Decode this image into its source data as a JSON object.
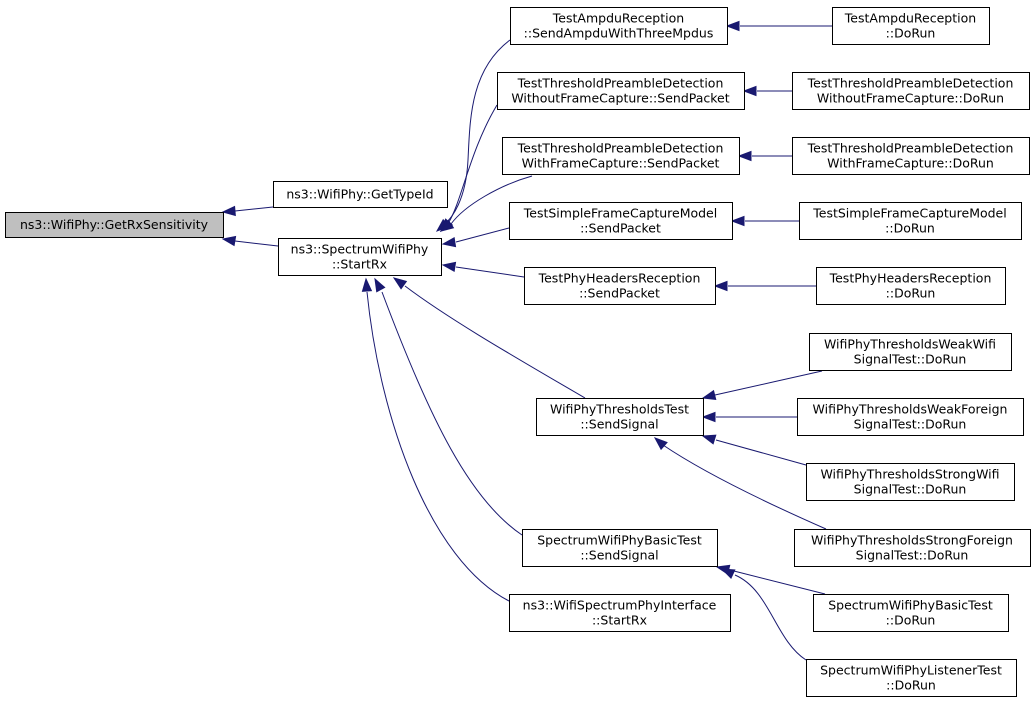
{
  "graph": {
    "nodes": [
      {
        "id": "n0",
        "lines": [
          "ns3::WifiPhy::GetRxSensitivity"
        ],
        "root": true
      },
      {
        "id": "n1",
        "lines": [
          "ns3::WifiPhy::GetTypeId"
        ]
      },
      {
        "id": "n2",
        "lines": [
          "ns3::SpectrumWifiPhy",
          "::StartRx"
        ]
      },
      {
        "id": "n3",
        "lines": [
          "TestAmpduReception",
          "::SendAmpduWithThreeMpdus"
        ]
      },
      {
        "id": "n4",
        "lines": [
          "TestThresholdPreambleDetection",
          "WithoutFrameCapture::SendPacket"
        ]
      },
      {
        "id": "n5",
        "lines": [
          "TestThresholdPreambleDetection",
          "WithFrameCapture::SendPacket"
        ]
      },
      {
        "id": "n6",
        "lines": [
          "TestSimpleFrameCaptureModel",
          "::SendPacket"
        ]
      },
      {
        "id": "n7",
        "lines": [
          "TestPhyHeadersReception",
          "::SendPacket"
        ]
      },
      {
        "id": "n8",
        "lines": [
          "WifiPhyThresholdsTest",
          "::SendSignal"
        ]
      },
      {
        "id": "n9",
        "lines": [
          "SpectrumWifiPhyBasicTest",
          "::SendSignal"
        ]
      },
      {
        "id": "n10",
        "lines": [
          "ns3::WifiSpectrumPhyInterface",
          "::StartRx"
        ]
      },
      {
        "id": "n11",
        "lines": [
          "TestAmpduReception",
          "::DoRun"
        ]
      },
      {
        "id": "n12",
        "lines": [
          "TestThresholdPreambleDetection",
          "WithoutFrameCapture::DoRun"
        ]
      },
      {
        "id": "n13",
        "lines": [
          "TestThresholdPreambleDetection",
          "WithFrameCapture::DoRun"
        ]
      },
      {
        "id": "n14",
        "lines": [
          "TestSimpleFrameCaptureModel",
          "::DoRun"
        ]
      },
      {
        "id": "n15",
        "lines": [
          "TestPhyHeadersReception",
          "::DoRun"
        ]
      },
      {
        "id": "n16",
        "lines": [
          "WifiPhyThresholdsWeakWifi",
          "SignalTest::DoRun"
        ]
      },
      {
        "id": "n17",
        "lines": [
          "WifiPhyThresholdsWeakForeign",
          "SignalTest::DoRun"
        ]
      },
      {
        "id": "n18",
        "lines": [
          "WifiPhyThresholdsStrongWifi",
          "SignalTest::DoRun"
        ]
      },
      {
        "id": "n19",
        "lines": [
          "WifiPhyThresholdsStrongForeign",
          "SignalTest::DoRun"
        ]
      },
      {
        "id": "n20",
        "lines": [
          "SpectrumWifiPhyBasicTest",
          "::DoRun"
        ]
      },
      {
        "id": "n21",
        "lines": [
          "SpectrumWifiPhyListenerTest",
          "::DoRun"
        ]
      }
    ],
    "edges": [
      {
        "from": "n1",
        "to": "n0"
      },
      {
        "from": "n2",
        "to": "n0"
      },
      {
        "from": "n3",
        "to": "n2"
      },
      {
        "from": "n4",
        "to": "n2"
      },
      {
        "from": "n5",
        "to": "n2"
      },
      {
        "from": "n6",
        "to": "n2"
      },
      {
        "from": "n7",
        "to": "n2"
      },
      {
        "from": "n8",
        "to": "n2"
      },
      {
        "from": "n9",
        "to": "n2"
      },
      {
        "from": "n10",
        "to": "n2"
      },
      {
        "from": "n11",
        "to": "n3"
      },
      {
        "from": "n12",
        "to": "n4"
      },
      {
        "from": "n13",
        "to": "n5"
      },
      {
        "from": "n14",
        "to": "n6"
      },
      {
        "from": "n15",
        "to": "n7"
      },
      {
        "from": "n16",
        "to": "n8"
      },
      {
        "from": "n17",
        "to": "n8"
      },
      {
        "from": "n18",
        "to": "n8"
      },
      {
        "from": "n19",
        "to": "n8"
      },
      {
        "from": "n20",
        "to": "n9"
      },
      {
        "from": "n21",
        "to": "n9"
      }
    ],
    "colors": {
      "edge": "#191970",
      "root_fill": "#bfbfbf",
      "node_fill": "#ffffff",
      "border": "#000000"
    }
  }
}
